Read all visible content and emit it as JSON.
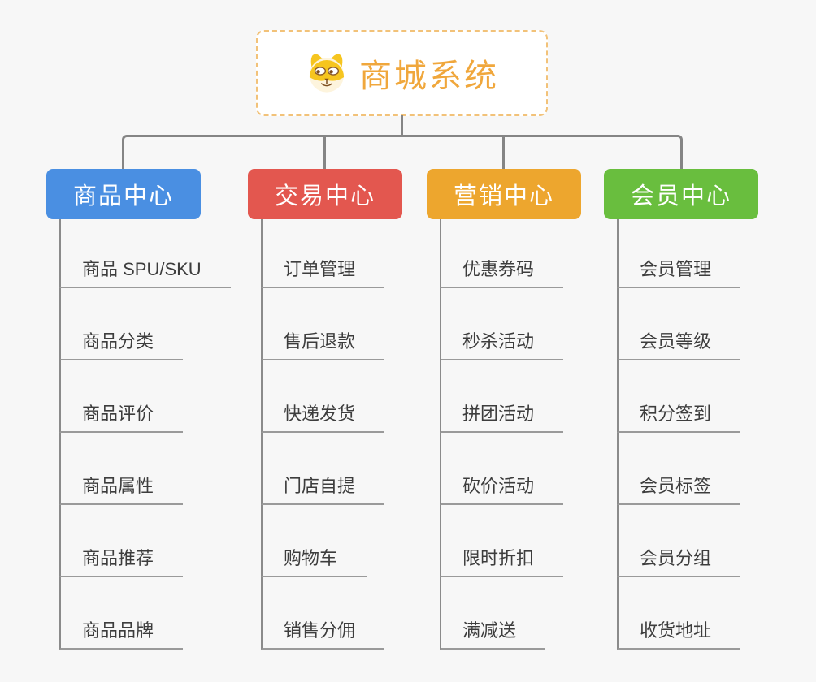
{
  "canvas_background": "#f7f7f7",
  "connector_color": "#858585",
  "root": {
    "label": "商城系统",
    "icon": "dog-face-icon",
    "text_color": "#f0a73c",
    "border_color": "#f2c279",
    "background": "#ffffff"
  },
  "branches": [
    {
      "label": "商品中心",
      "color": "#4a8fe2",
      "children": [
        "商品 SPU/SKU",
        "商品分类",
        "商品评价",
        "商品属性",
        "商品推荐",
        "商品品牌"
      ]
    },
    {
      "label": "交易中心",
      "color": "#e3574f",
      "children": [
        "订单管理",
        "售后退款",
        "快递发货",
        "门店自提",
        "购物车",
        "销售分佣"
      ]
    },
    {
      "label": "营销中心",
      "color": "#eda62e",
      "children": [
        "优惠券码",
        "秒杀活动",
        "拼团活动",
        "砍价活动",
        "限时折扣",
        "满减送"
      ]
    },
    {
      "label": "会员中心",
      "color": "#69be3e",
      "children": [
        "会员管理",
        "会员等级",
        "积分签到",
        "会员标签",
        "会员分组",
        "收货地址"
      ]
    }
  ]
}
